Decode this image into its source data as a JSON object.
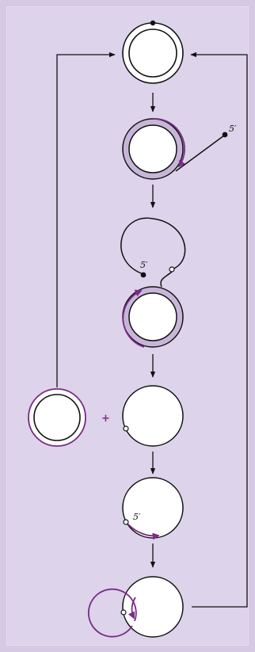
{
  "diagram": {
    "colors": {
      "background": "#d5c9e3",
      "panel": "#ddd3ea",
      "strand": "#111111",
      "new_strand": "#7a2b86",
      "shaded_band": "#c7b6d8",
      "circle_fill": "#ffffff"
    },
    "labels": {
      "five_prime_a": "5′",
      "five_prime_b": "5′",
      "five_prime_c": "5′",
      "plus": "+"
    }
  }
}
